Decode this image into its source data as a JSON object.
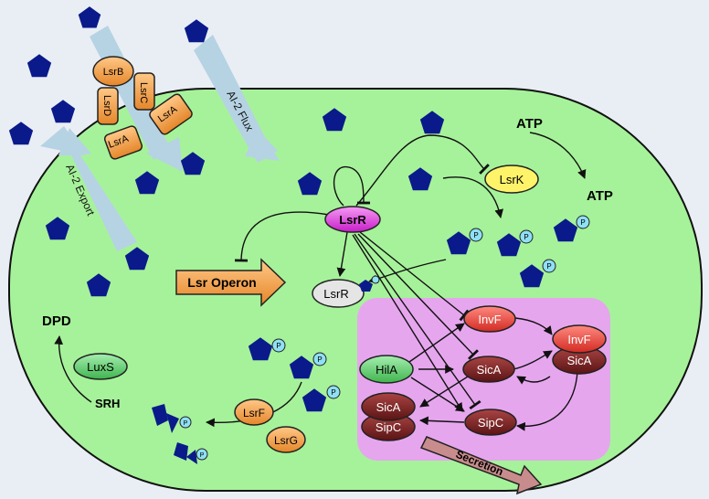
{
  "colors": {
    "cell": "#a6f29a",
    "cell_stroke": "#111111",
    "inner_region": "#e6a6ee",
    "molecule": "#0a1a8a",
    "phosphate": "#8fe0f5",
    "arrow_light": "#b6d3e3",
    "orange": "#f0a24a",
    "magenta": "#e040e0",
    "yellow": "#fff36a",
    "green_node": "#5bd268",
    "red_node": "#e8453c",
    "dark_red_node": "#7a2222",
    "secretion": "#c98c8c"
  },
  "labels": {
    "ai2_flux": "AI-2 Flux",
    "ai2_export": "AI-2 Export",
    "lsr_operon": "Lsr Operon",
    "secretion": "Secretion",
    "atp_in": "ATP",
    "atp_out": "ATP",
    "dpd": "DPD",
    "srh": "SRH",
    "phosphate": "P"
  },
  "transporter": {
    "lsrb": "LsrB",
    "lsrc": "LsrC",
    "lsrd": "LsrD",
    "lsra_right": "LsrA",
    "lsra_left": "LsrA"
  },
  "nodes": {
    "lsrr": "LsrR",
    "lsrr_bound": "LsrR",
    "lsrk": "LsrK",
    "luxs": "LuxS",
    "lsrf": "LsrF",
    "lsrg": "LsrG",
    "hila": "HilA",
    "invf": "InvF",
    "sica": "SicA",
    "sipc": "SipC",
    "invf_sica_top": "InvF",
    "invf_sica_bottom": "SicA",
    "sica_sipc_top": "SicA",
    "sica_sipc_bottom": "SipC"
  }
}
